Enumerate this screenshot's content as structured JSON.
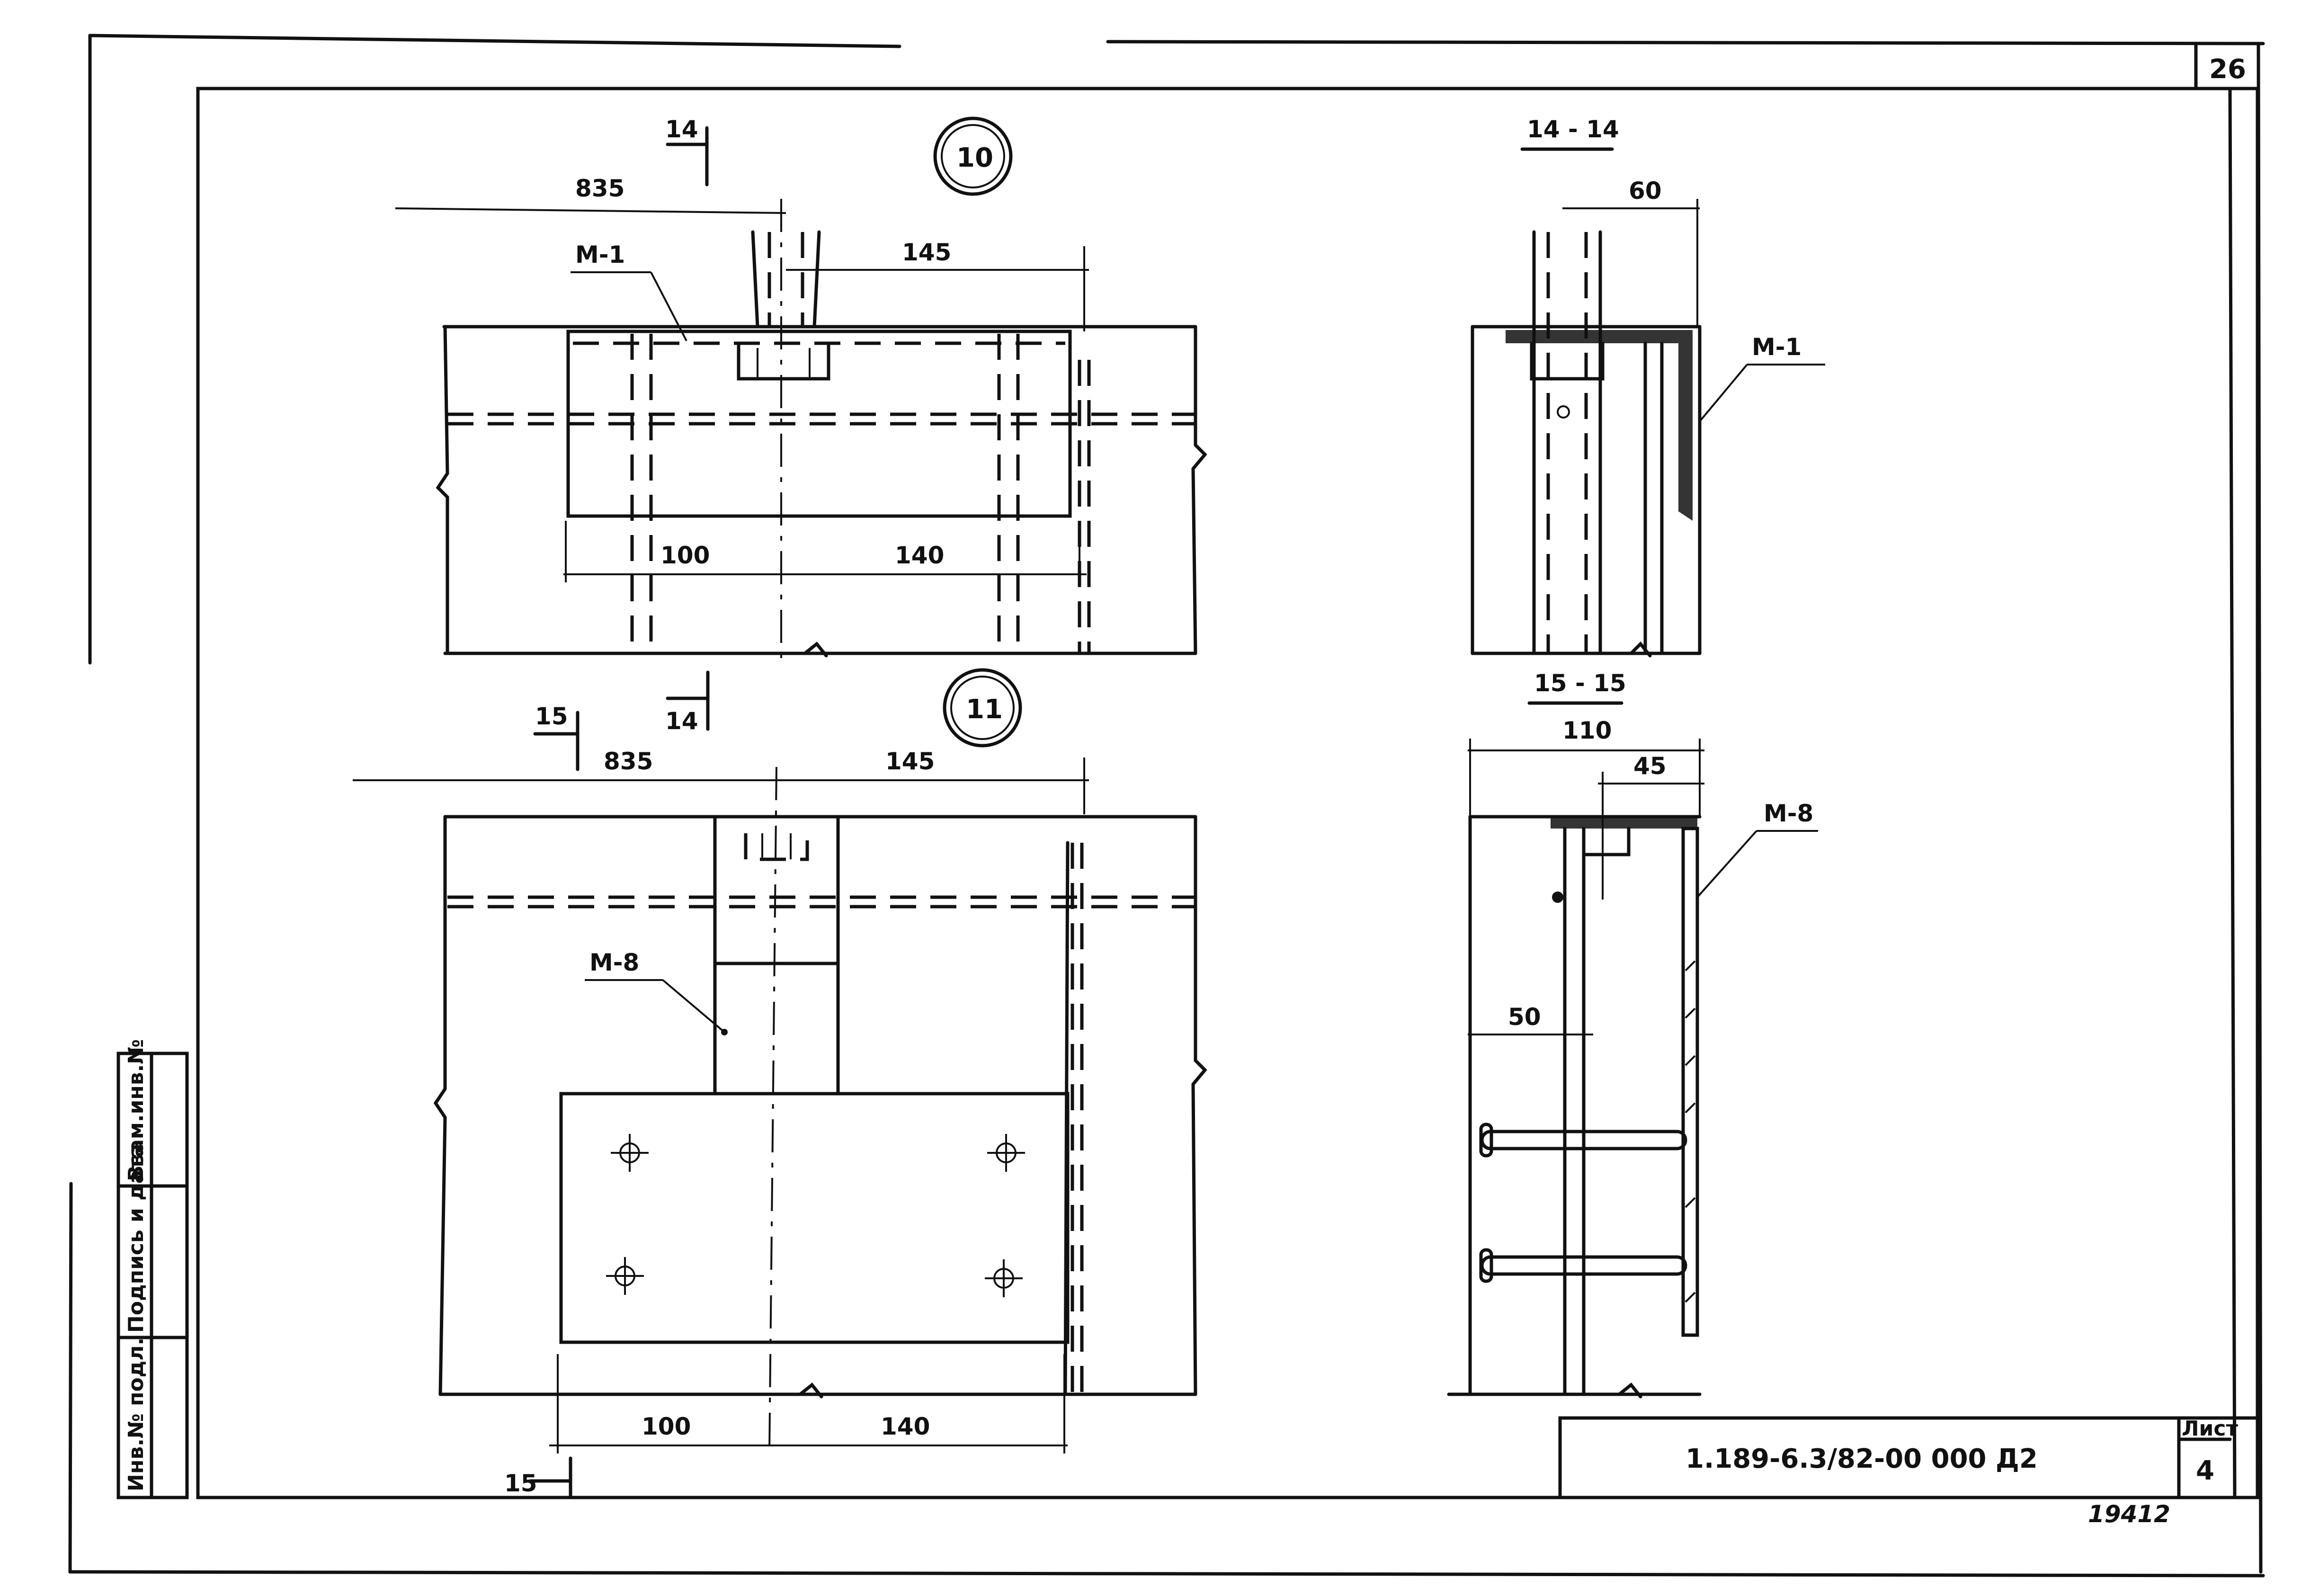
{
  "sheet": {
    "page_number": "26",
    "drawing_code": "1.189-6.3/82-00 000 Д2",
    "sheet_label": "Лист",
    "sheet_number": "4",
    "archive_number": "19412"
  },
  "side_stamp": {
    "inv_podl": "Инв.№ подл.",
    "podpis_data": "Подпись и дата",
    "vzam_inv": "Взам.инв.№"
  },
  "node10": {
    "marker": "10",
    "section_mark": "14",
    "dim_835": "835",
    "dim_145": "145",
    "dim_100": "100",
    "dim_140": "140",
    "part_label": "М-1"
  },
  "node11": {
    "marker": "11",
    "section_mark_15": "15",
    "section_mark_14": "14",
    "section_mark_bottom": "15",
    "dim_835": "835",
    "dim_145": "145",
    "dim_100": "100",
    "dim_140": "140",
    "part_label": "М-8"
  },
  "section14": {
    "title": "14 - 14",
    "dim_60": "60",
    "part_label": "М-1"
  },
  "section15": {
    "title": "15 - 15",
    "dim_110": "110",
    "dim_45": "45",
    "dim_50": "50",
    "part_label": "М-8"
  }
}
